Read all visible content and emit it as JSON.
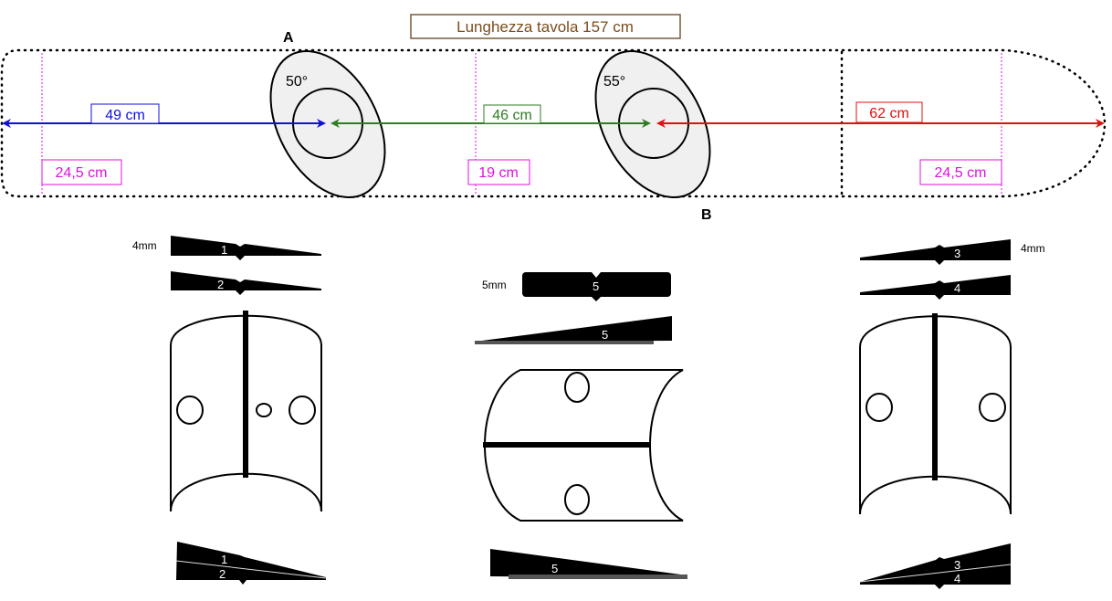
{
  "title": "Lunghezza tavola 157 cm",
  "bindings": {
    "a": "A",
    "b": "B"
  },
  "angles": {
    "a": "50°",
    "b": "55°"
  },
  "distances": {
    "left": "49 cm",
    "middle": "46 cm",
    "right": "62 cm"
  },
  "widths": {
    "tail": "24,5 cm",
    "waist": "19 cm",
    "nose": "24,5 cm"
  },
  "wedges": {
    "thickness_left": "4mm",
    "thickness_middle": "5mm",
    "thickness_right": "4mm",
    "w1": "1",
    "w2": "2",
    "w3": "3",
    "w4": "4",
    "w5": "5"
  },
  "colors": {
    "title": "#7a4e1e",
    "blue": "#1010d8",
    "green": "#2e7d22",
    "red": "#e01010",
    "magenta": "#e010e0"
  }
}
